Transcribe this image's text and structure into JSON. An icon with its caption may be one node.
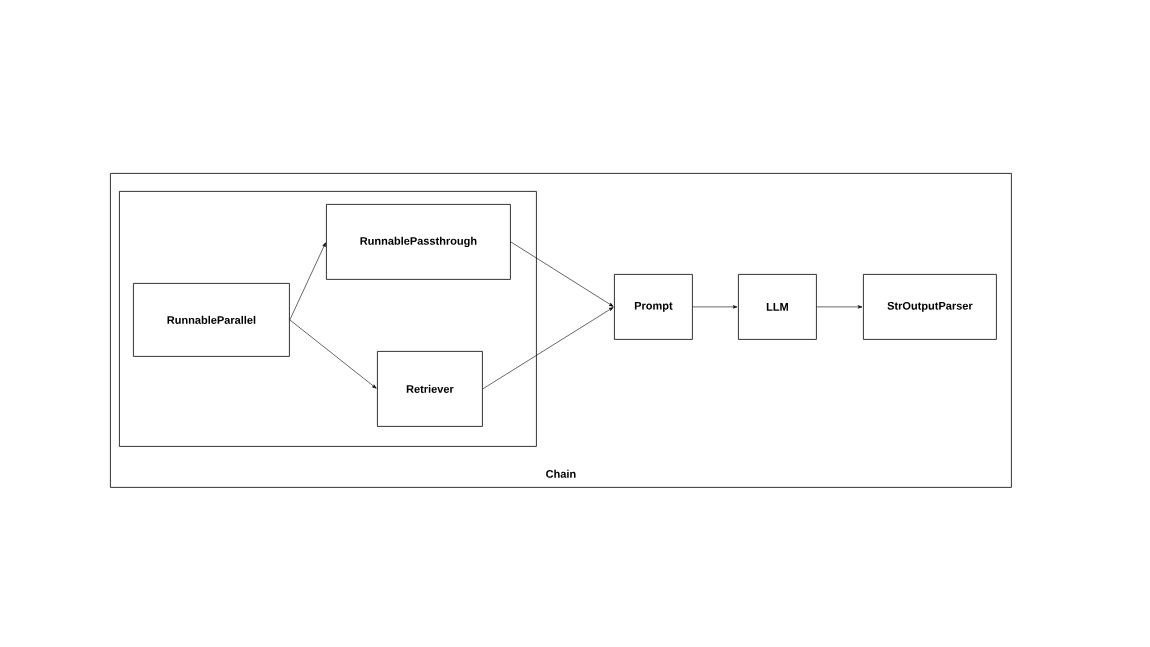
{
  "diagram": {
    "nodes": [
      {
        "text": [
          "Chain"
        ]
      },
      {
        "text": [],
        "shape": "box",
        "in": 0
      },
      {
        "text": [
          "RunnableParallel"
        ],
        "in": 1
      },
      {
        "text": [
          "RunnablePassthrough"
        ],
        "in": 1
      },
      {
        "text": [
          "Retriever"
        ],
        "in": 1
      },
      {
        "text": [
          "Prompt"
        ],
        "in": 0
      },
      {
        "text": [
          "LLM"
        ],
        "in": 0
      },
      {
        "text": [
          "StrOutputParser"
        ],
        "in": 0
      }
    ],
    "edges": [
      {
        "from": 2,
        "to": 3,
        "arrow": "to"
      },
      {
        "from": 2,
        "to": 4,
        "arrow": "to"
      },
      {
        "from": 3,
        "to": 5,
        "arrow": "to"
      },
      {
        "from": 4,
        "to": 5,
        "arrow": "to"
      },
      {
        "from": 5,
        "to": 6,
        "arrow": "to"
      },
      {
        "from": 6,
        "to": 7,
        "arrow": "to"
      }
    ]
  }
}
